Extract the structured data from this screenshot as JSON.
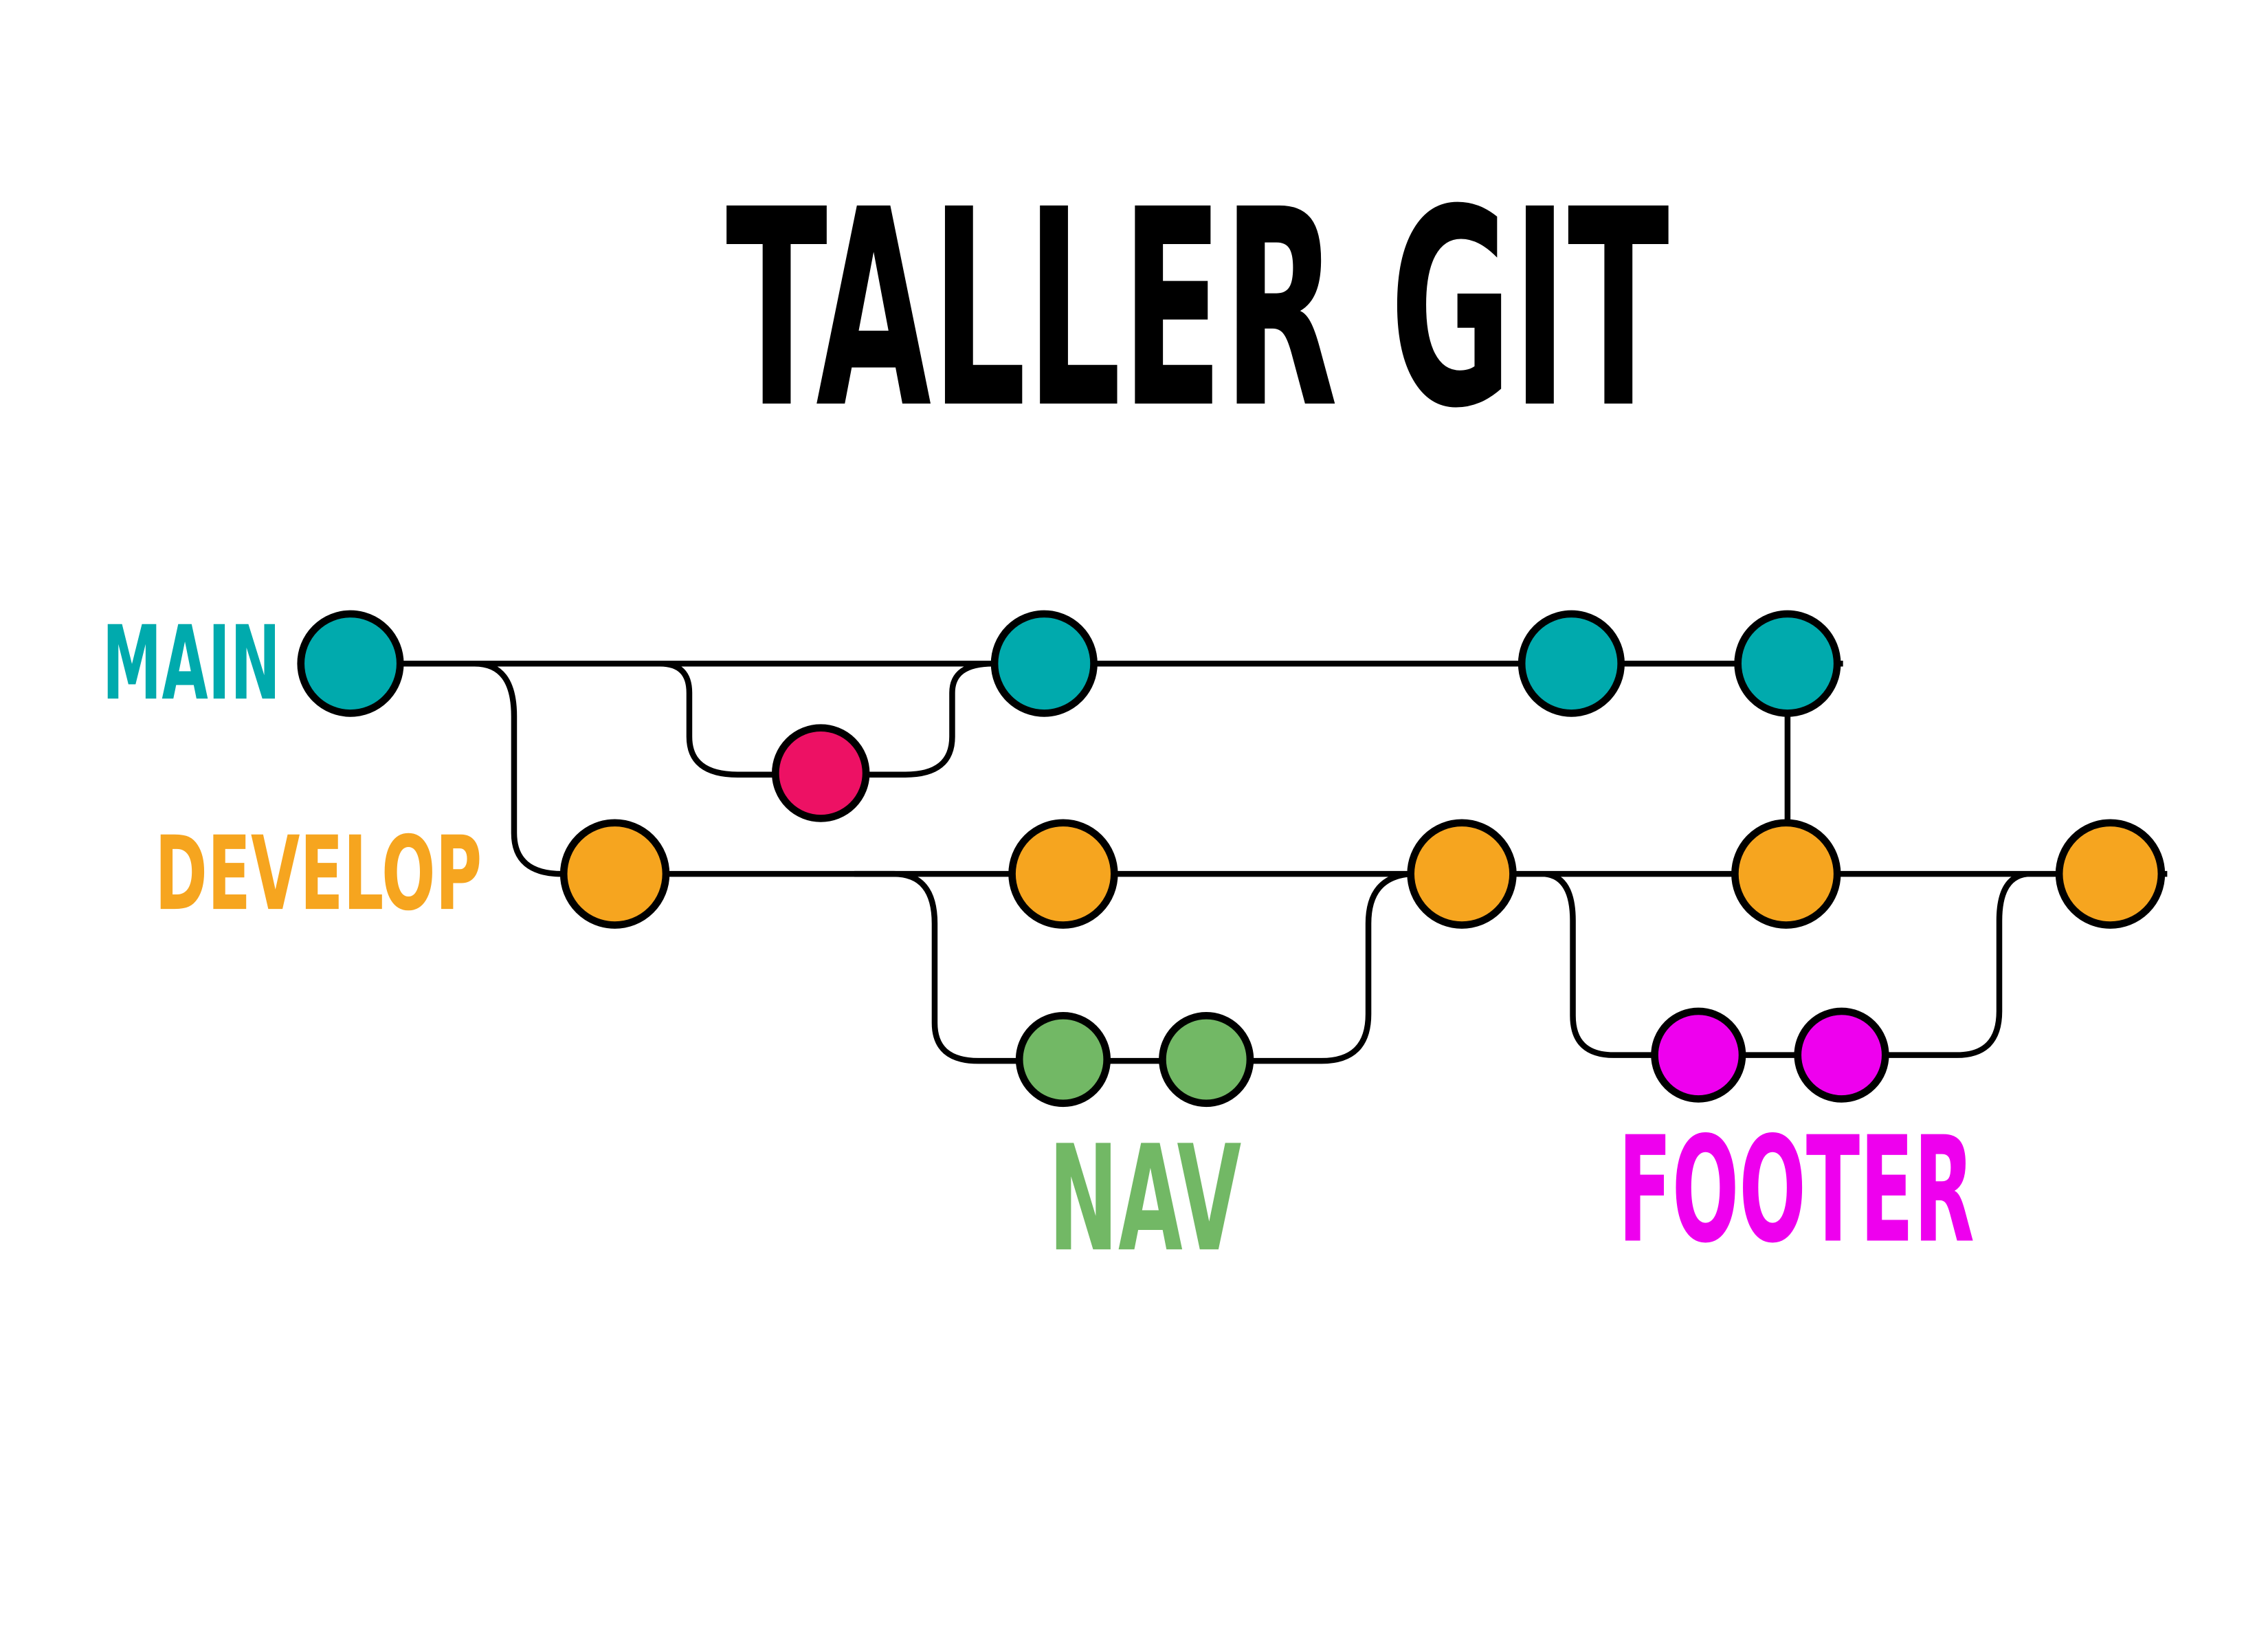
{
  "title": "TALLER GIT",
  "colors": {
    "main": "#00aaad",
    "develop": "#f6a51f",
    "hotfix": "#ed1164",
    "nav": "#72b865",
    "footer": "#ee00ee",
    "line": "#000000",
    "title": "#000000"
  },
  "branches": [
    {
      "id": "main",
      "label": "MAIN",
      "color": "#00aaad"
    },
    {
      "id": "develop",
      "label": "DEVELOP",
      "color": "#f6a51f"
    },
    {
      "id": "nav",
      "label": "NAV",
      "color": "#72b865"
    },
    {
      "id": "footer",
      "label": "FOOTER",
      "color": "#ee00ee"
    }
  ],
  "commits": [
    {
      "id": "m1",
      "branch": "main",
      "color": "#00aaad"
    },
    {
      "id": "m2",
      "branch": "main",
      "color": "#00aaad"
    },
    {
      "id": "m3",
      "branch": "main",
      "color": "#00aaad"
    },
    {
      "id": "m4",
      "branch": "main",
      "color": "#00aaad"
    },
    {
      "id": "h1",
      "branch": "hotfix",
      "color": "#ed1164"
    },
    {
      "id": "d1",
      "branch": "develop",
      "color": "#f6a51f"
    },
    {
      "id": "d2",
      "branch": "develop",
      "color": "#f6a51f"
    },
    {
      "id": "d3",
      "branch": "develop",
      "color": "#f6a51f"
    },
    {
      "id": "d4",
      "branch": "develop",
      "color": "#f6a51f"
    },
    {
      "id": "d5",
      "branch": "develop",
      "color": "#f6a51f"
    },
    {
      "id": "n1",
      "branch": "nav",
      "color": "#72b865"
    },
    {
      "id": "n2",
      "branch": "nav",
      "color": "#72b865"
    },
    {
      "id": "f1",
      "branch": "footer",
      "color": "#ee00ee"
    },
    {
      "id": "f2",
      "branch": "footer",
      "color": "#ee00ee"
    }
  ]
}
